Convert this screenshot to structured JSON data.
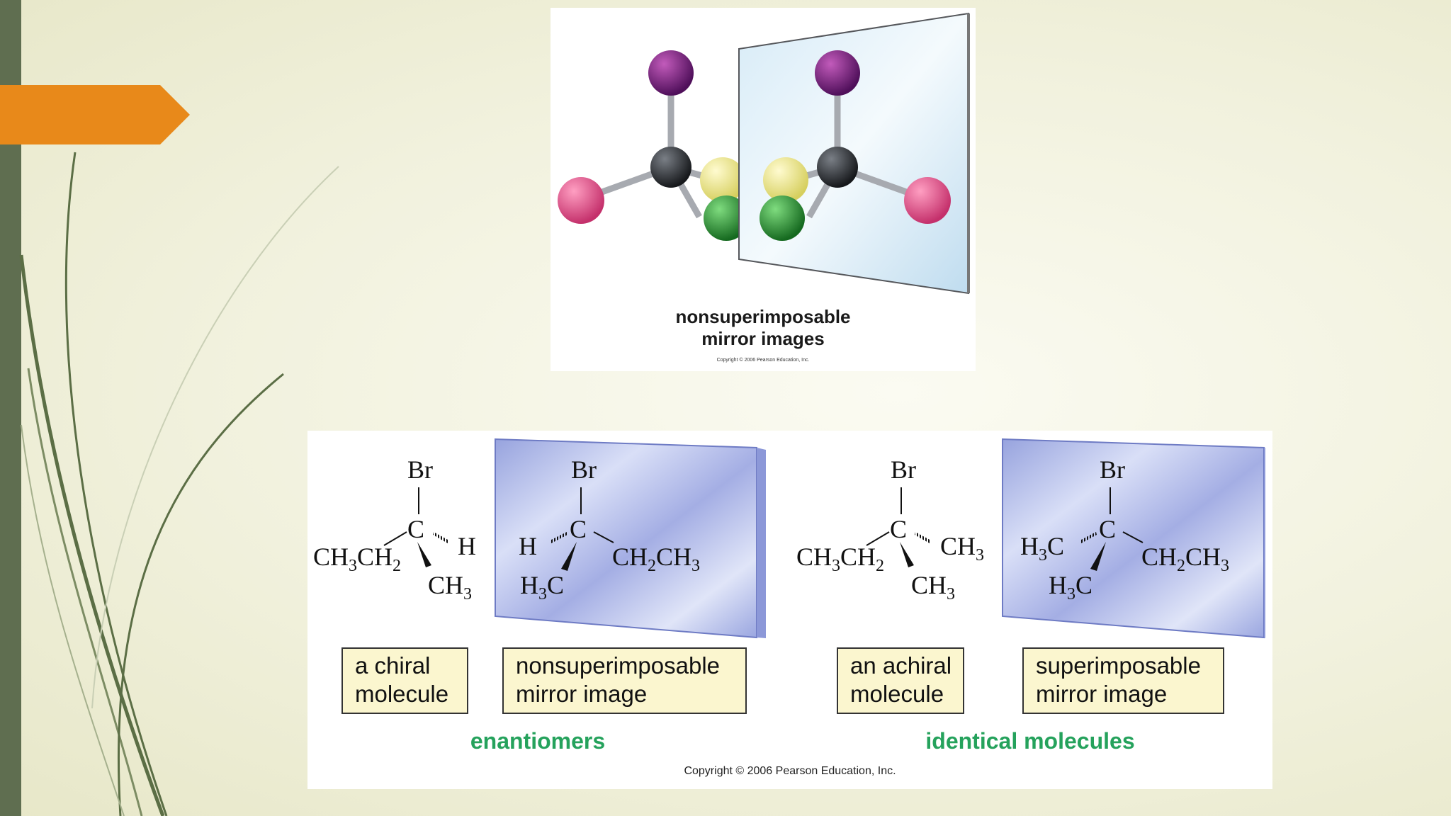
{
  "top_figure": {
    "caption_line1": "nonsuperimposable",
    "caption_line2": "mirror images",
    "copyright": "Copyright © 2006 Pearson Education, Inc."
  },
  "bottom_figure": {
    "left_molecule": {
      "br": "Br",
      "c": "C",
      "h": "H",
      "ch3ch2": "CH3CH2",
      "ch3": "CH3"
    },
    "left_mirror": {
      "br": "Br",
      "c": "C",
      "h": "H",
      "h3c": "H3C",
      "ch2ch3": "CH2CH3"
    },
    "right_molecule": {
      "br": "Br",
      "c": "C",
      "ch3ch2": "CH3CH2",
      "ch3_right": "CH3",
      "ch3_bottom": "CH3"
    },
    "right_mirror": {
      "br": "Br",
      "c": "C",
      "h3c_left": "H3C",
      "h3c_bottom": "H3C",
      "ch2ch3": "CH2CH3"
    },
    "labels": {
      "chiral_line1": "a chiral",
      "chiral_line2": "molecule",
      "nonsuper_line1": "nonsuperimposable",
      "nonsuper_line2": "mirror image",
      "achiral_line1": "an achiral",
      "achiral_line2": "molecule",
      "super_line1": "superimposable",
      "super_line2": "mirror image"
    },
    "group_enantiomers": "enantiomers",
    "group_identical": "identical molecules",
    "copyright": "Copyright © 2006 Pearson Education, Inc."
  },
  "colors": {
    "accent_tab": "#e8891a",
    "left_bar": "#5f6e50",
    "swoosh": "#5b6e45",
    "group_label": "#25a25c",
    "label_box": "#fbf6cf",
    "mirror": "#aeb9ea"
  }
}
